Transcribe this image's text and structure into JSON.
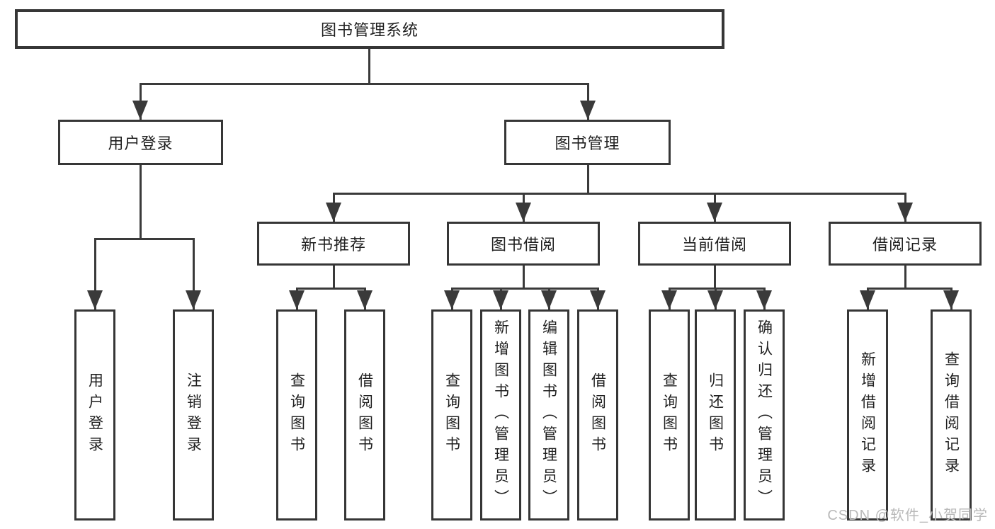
{
  "diagram": {
    "root": {
      "label": "图书管理系统"
    },
    "branches": [
      {
        "label": "用户登录",
        "children": [
          {
            "label": "用户登录"
          },
          {
            "label": "注销登录"
          }
        ]
      },
      {
        "label": "图书管理",
        "groups": [
          {
            "label": "新书推荐",
            "children": [
              {
                "label": "查询图书"
              },
              {
                "label": "借阅图书"
              }
            ]
          },
          {
            "label": "图书借阅",
            "children": [
              {
                "label": "查询图书"
              },
              {
                "label": "新增图书（管理员）"
              },
              {
                "label": "编辑图书（管理员）"
              },
              {
                "label": "借阅图书"
              }
            ]
          },
          {
            "label": "当前借阅",
            "children": [
              {
                "label": "查询图书"
              },
              {
                "label": "归还图书"
              },
              {
                "label": "确认归还（管理员）"
              }
            ]
          },
          {
            "label": "借阅记录",
            "children": [
              {
                "label": "新增借阅记录"
              },
              {
                "label": "查询借阅记录"
              }
            ]
          }
        ]
      }
    ]
  },
  "watermark": {
    "text": "CSDN @软件_小贺同学"
  },
  "colors": {
    "line": "#3a3a3a",
    "box_border": "#363636",
    "text": "#1f1f1f",
    "watermark": "#b9b9b9",
    "background": "#ffffff"
  }
}
